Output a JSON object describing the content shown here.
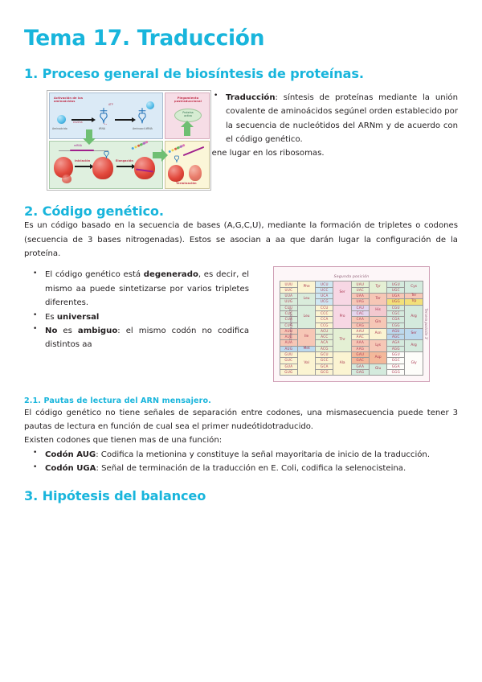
{
  "document": {
    "title": "Tema 17. Traducción",
    "accent_color": "#18b5dc",
    "text_color": "#231f20"
  },
  "section1": {
    "heading": "1. Proceso general de biosíntesis de proteínas.",
    "bullet_term": "Traducción",
    "bullet_text": ": síntesis de proteínas mediante la unión covalente de aminoácidos segúnel orden establecido por la secuencia de nucleótidos del ARNm y de acuerdo con el código genético.",
    "note": "Tiene lugar en los ribosomas.",
    "figure": {
      "name": "esquema-traduccion",
      "panels": [
        {
          "id": "activacion",
          "caption": "Activación de los\naminoácidos",
          "color": "#dbeaf6",
          "labels": [
            "Aminoácido",
            "tRNA",
            "Aminoacil-tRNA",
            "ATP",
            "enzima"
          ]
        },
        {
          "id": "plegamiento",
          "caption": "Plegamiento\npostraduccional",
          "color": "#f6dde6",
          "labels": [
            "Proteína\nactiva"
          ]
        },
        {
          "id": "sintesis",
          "caption": "",
          "color": "#dff0df",
          "labels": [
            "mRNA",
            "Iniciación",
            "Elongación",
            "Terminación"
          ]
        },
        {
          "id": "terminacion",
          "caption": "",
          "color": "#fbf6d8",
          "labels": [
            "Terminación"
          ]
        }
      ]
    }
  },
  "section2": {
    "heading": "2. Código genético.",
    "paragraph": "Es un código basado en la secuencia de bases (A,G,C,U), mediante la formación de tripletes o codones (secuencia de 3 bases nitrogenadas). Estos se asocian a aa que darán lugar la configuración de la proteína.",
    "bullets": [
      {
        "lead": "",
        "pre": "El código genético está ",
        "bold": "degenerado",
        "post": ", es decir, el mismo aa puede sintetizarse por varios tripletes diferentes."
      },
      {
        "lead": "",
        "pre": "Es ",
        "bold": "universal",
        "post": ""
      },
      {
        "lead": "",
        "pre": "",
        "bold": "No",
        "mid": " es ",
        "bold2": "ambiguo",
        "post": ": el mismo codón no codifica distintos aa"
      }
    ],
    "figure": {
      "name": "tabla-codigo-genetico",
      "top_label": "Segunda posición",
      "left_label": "Primera posición 5'",
      "right_label": "Tercera posición 3'"
    }
  },
  "section21": {
    "heading": "2.1. Pautas de lectura del ARN mensajero.",
    "paragraph": "El código genético no tiene señales de separación entre codones, una mismasecuencia puede tener 3 pautas de lectura en función de cual sea el primer nudeótidotraducido.",
    "paragraph2": "Existen codones que tienen mas de una función:",
    "bullets": [
      {
        "bold": "Codón AUG",
        "text": ": Codifica la metionina y constituye la señal mayoritaria de inicio de la traducción."
      },
      {
        "bold": "Codón UGA",
        "text": ": Señal de terminación de la traducción en E. Coli, codifica la selenocisteina."
      }
    ]
  },
  "section3": {
    "heading": "3. Hipótesis del balanceo"
  },
  "genetic_code_table": {
    "rows": [
      [
        {
          "codons": "UUU|UUC",
          "aa": "Phe",
          "cc": "c-yel",
          "ac": "c-yel",
          "rs": 2
        },
        {
          "codons": "UCU|UCC",
          "aa": "Ser",
          "cc": "c-cyn",
          "ac": "c-pnk",
          "rs": 4
        },
        {
          "codons": "UAU|UAC",
          "aa": "Tyr",
          "cc": "c-lgrn",
          "ac": "c-lgrn",
          "rs": 2
        },
        {
          "codons": "UGU|UGC",
          "aa": "Cys",
          "cc": "c-mint",
          "ac": "c-mint",
          "rs": 2
        }
      ],
      [
        {
          "codons": "UUA|UUG",
          "aa": "Leu",
          "cc": "c-grn",
          "ac": "c-grn",
          "rs": 4
        },
        {
          "codons": "UCA|UCG",
          "aa": "",
          "cc": "c-cyn",
          "ac": "",
          "rs": 0
        },
        {
          "codons": "UAA|UAG",
          "aa": "Ter",
          "cc": "c-sal",
          "ac": "c-sal",
          "rs": 2
        },
        {
          "codons": "UGA",
          "aa": "Ter",
          "cc": "c-sal",
          "ac": "c-sal",
          "rs": 1
        },
        {
          "codons": "UGG",
          "aa": "Trp",
          "cc": "c-gold",
          "ac": "c-gold",
          "rs": 1
        }
      ],
      [
        {
          "codons": "CUU|CUC|CUA|CUG",
          "aa": "Leu"
        },
        {
          "codons": "CCU|CCC|CCA|CCG",
          "aa": "Pro"
        },
        {
          "codons": "CAU|CAC",
          "aa": "His"
        },
        {
          "codons": "CAA|CAG",
          "aa": "Gln"
        },
        {
          "codons": "CGU|CGC|CGA|CGG",
          "aa": "Arg"
        }
      ],
      [
        {
          "codons": "AUU|AUC|AUA",
          "aa": "Ile"
        },
        {
          "codons": "AUG",
          "aa": "Met"
        },
        {
          "codons": "ACU|ACC|ACA|ACG",
          "aa": "Thr"
        },
        {
          "codons": "AAU|AAC",
          "aa": "Asn"
        },
        {
          "codons": "AAA|AAG",
          "aa": "Lys"
        },
        {
          "codons": "AGU|AGC",
          "aa": "Ser"
        },
        {
          "codons": "AGA|AGG",
          "aa": "Arg"
        }
      ],
      [
        {
          "codons": "GUU|GUC|GUA|GUG",
          "aa": "Val"
        },
        {
          "codons": "GCU|GCC|GCA|GCG",
          "aa": "Ala"
        },
        {
          "codons": "GAU|GAC",
          "aa": "Asp"
        },
        {
          "codons": "GAA|GAG",
          "aa": "Glu"
        },
        {
          "codons": "GGU|GGC|GGA|GGG",
          "aa": "Gly"
        }
      ]
    ],
    "cells": [
      {
        "codons": [
          "UUU",
          "UUC"
        ],
        "aa": "Phe",
        "codon_bg": "c-lyel",
        "aa_bg": "c-lyel"
      },
      {
        "codons": [
          "UCU",
          "UCC",
          "UCA",
          "UCG"
        ],
        "aa": "Ser",
        "codon_bg": "c-cyn",
        "aa_bg": "c-pnk"
      },
      {
        "codons": [
          "UAU",
          "UAC"
        ],
        "aa": "Tyr",
        "codon_bg": "c-lgrn",
        "aa_bg": "c-lgrn"
      },
      {
        "codons": [
          "UGU",
          "UGC"
        ],
        "aa": "Cys",
        "codon_bg": "c-mint",
        "aa_bg": "c-mint"
      },
      {
        "codons": [
          "UUA",
          "UUG"
        ],
        "aa": "Leu",
        "codon_bg": "c-grn",
        "aa_bg": "c-grn"
      },
      {
        "codons": [
          "UAA",
          "UAG"
        ],
        "aa": "Ter",
        "codon_bg": "c-sal",
        "aa_bg": "c-sal"
      },
      {
        "codons": [
          "UGA"
        ],
        "aa": "Ter",
        "codon_bg": "c-sal",
        "aa_bg": "c-sal"
      },
      {
        "codons": [
          "UGG"
        ],
        "aa": "Trp",
        "codon_bg": "c-gold",
        "aa_bg": "c-gold"
      },
      {
        "codons": [
          "CUU",
          "CUC",
          "CUA",
          "CUG"
        ],
        "aa": "Leu",
        "codon_bg": "c-grn",
        "aa_bg": "c-grn"
      },
      {
        "codons": [
          "CCU",
          "CCC",
          "CCA",
          "CCG"
        ],
        "aa": "Pro",
        "codon_bg": "c-lyel",
        "aa_bg": "c-pnk"
      },
      {
        "codons": [
          "CAU",
          "CAC"
        ],
        "aa": "His",
        "codon_bg": "c-vio",
        "aa_bg": "c-rose"
      },
      {
        "codons": [
          "CAA",
          "CAG"
        ],
        "aa": "Gln",
        "codon_bg": "c-sal",
        "aa_bg": "c-sal"
      },
      {
        "codons": [
          "CGU",
          "CGC",
          "CGA",
          "CGG"
        ],
        "aa": "Arg",
        "codon_bg": "c-mint",
        "aa_bg": "c-mint"
      },
      {
        "codons": [
          "AUU",
          "AUC",
          "AUA"
        ],
        "aa": "Ile",
        "codon_bg": "c-sal",
        "aa_bg": "c-sal"
      },
      {
        "codons": [
          "AUG"
        ],
        "aa": "Met",
        "codon_bg": "c-blu",
        "aa_bg": "c-blu"
      },
      {
        "codons": [
          "ACU",
          "ACC",
          "ACA",
          "ACG"
        ],
        "aa": "Thr",
        "codon_bg": "c-lgrn",
        "aa_bg": "c-lgrn"
      },
      {
        "codons": [
          "AAU",
          "AAC"
        ],
        "aa": "Asn",
        "codon_bg": "c-lyel",
        "aa_bg": "c-lyel"
      },
      {
        "codons": [
          "AAA",
          "AAG"
        ],
        "aa": "Lys",
        "codon_bg": "c-sal",
        "aa_bg": "c-sal"
      },
      {
        "codons": [
          "AGU",
          "AGC"
        ],
        "aa": "Ser",
        "codon_bg": "c-blu",
        "aa_bg": "c-blu"
      },
      {
        "codons": [
          "AGA",
          "AGG"
        ],
        "aa": "Arg",
        "codon_bg": "c-mint",
        "aa_bg": "c-mint"
      },
      {
        "codons": [
          "GUU",
          "GUC",
          "GUA",
          "GUG"
        ],
        "aa": "Val",
        "codon_bg": "c-lyel",
        "aa_bg": "c-lyel"
      },
      {
        "codons": [
          "GCU",
          "GCC",
          "GCA",
          "GCG"
        ],
        "aa": "Ala",
        "codon_bg": "c-lyel",
        "aa_bg": "c-lyel"
      },
      {
        "codons": [
          "GAU",
          "GAC"
        ],
        "aa": "Asp",
        "codon_bg": "c-org",
        "aa_bg": "c-org"
      },
      {
        "codons": [
          "GAA",
          "GAG"
        ],
        "aa": "Glu",
        "codon_bg": "c-mint",
        "aa_bg": "c-mint"
      },
      {
        "codons": [
          "GGU",
          "GGC",
          "GGA",
          "GGG"
        ],
        "aa": "Gly",
        "codon_bg": "c-wht",
        "aa_bg": "c-wht"
      }
    ]
  }
}
